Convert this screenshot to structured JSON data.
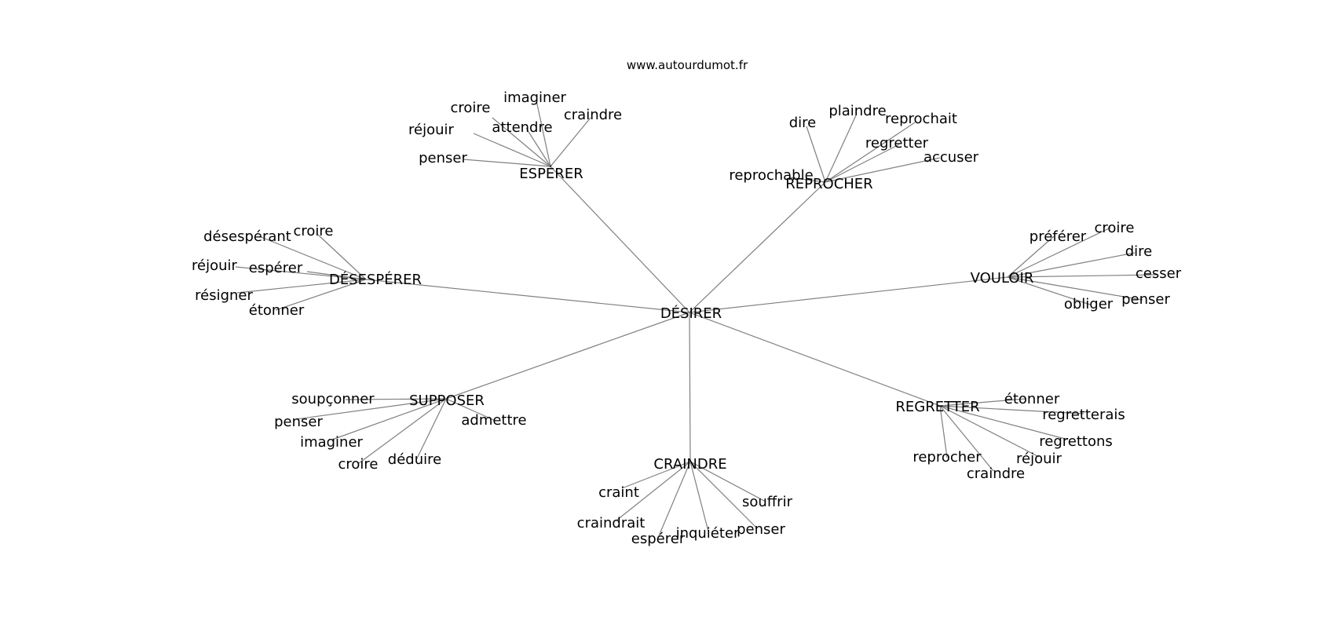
{
  "source": "www.autourdumot.fr",
  "center": "DÉSIRER",
  "clusters": [
    {
      "hub": "ESPÉRER",
      "words": [
        "penser",
        "réjouir",
        "croire",
        "imaginer",
        "attendre",
        "craindre"
      ]
    },
    {
      "hub": "REPROCHER",
      "words": [
        "dire",
        "plaindre",
        "reprochait",
        "regretter",
        "accuser",
        "reprochable"
      ]
    },
    {
      "hub": "DÉSESPÉRER",
      "words": [
        "désespérant",
        "croire",
        "réjouir",
        "espérer",
        "résigner",
        "étonner"
      ]
    },
    {
      "hub": "VOULOIR",
      "words": [
        "préférer",
        "croire",
        "dire",
        "cesser",
        "penser",
        "obliger"
      ]
    },
    {
      "hub": "SUPPOSER",
      "words": [
        "soupçonner",
        "penser",
        "imaginer",
        "croire",
        "déduire",
        "admettre"
      ]
    },
    {
      "hub": "CRAINDRE",
      "words": [
        "craint",
        "craindrait",
        "espérer",
        "inquiéter",
        "penser",
        "souffrir"
      ]
    },
    {
      "hub": "REGRETTER",
      "words": [
        "étonner",
        "regretterais",
        "regrettons",
        "réjouir",
        "craindre",
        "reprocher"
      ]
    }
  ]
}
